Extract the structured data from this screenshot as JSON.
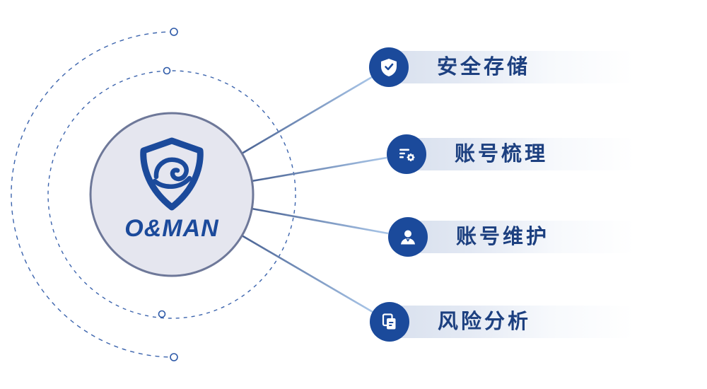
{
  "brand": {
    "name": "O&MAN",
    "logo_icon": "shield-wave-logo"
  },
  "features": [
    {
      "label": "安全存储",
      "icon": "shield-check-icon"
    },
    {
      "label": "账号梳理",
      "icon": "account-list-gear-icon"
    },
    {
      "label": "账号维护",
      "icon": "user-icon"
    },
    {
      "label": "风险分析",
      "icon": "copy-documents-icon"
    }
  ],
  "colors": {
    "primary_blue": "#1b4a9b",
    "label_navy": "#1d4080",
    "dashed_circle_stroke": "#3c64ad",
    "center_circle_fill": "#e5e6ef",
    "center_circle_border": "#6e7899",
    "pill_gradient_start": "#d7dfed"
  }
}
